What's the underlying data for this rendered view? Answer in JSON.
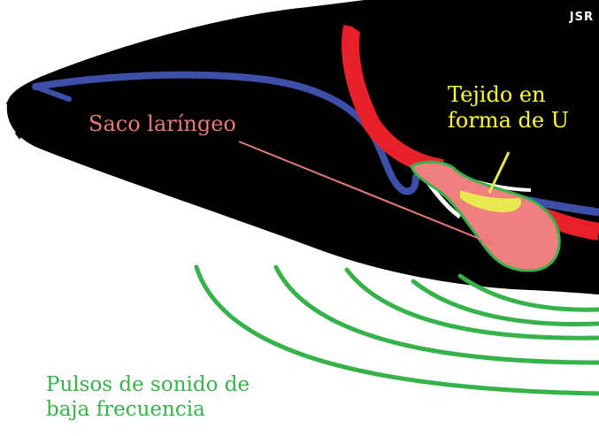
{
  "labels": {
    "saco": "Saco laríngeo",
    "tejido_line1": "Tejido en",
    "tejido_line2": "forma de U",
    "pulsos_line1": "Pulsos de sonido de",
    "pulsos_line2": "baja frecuencia",
    "signature": "JSR"
  },
  "colors": {
    "body": "#000000",
    "airway": "#3d4fa8",
    "trachea": "#e8202a",
    "sac": "#f08080",
    "sac_outline": "#35b34a",
    "u_tissue": "#e8e850",
    "tissue_white": "#ffffff",
    "sound_waves": "#35b34a",
    "label_saco": "#e87a7a",
    "label_tejido": "#ffff33",
    "label_pulsos": "#35b34a",
    "arrow": "#e87a7a",
    "signature": "#ffffff"
  }
}
